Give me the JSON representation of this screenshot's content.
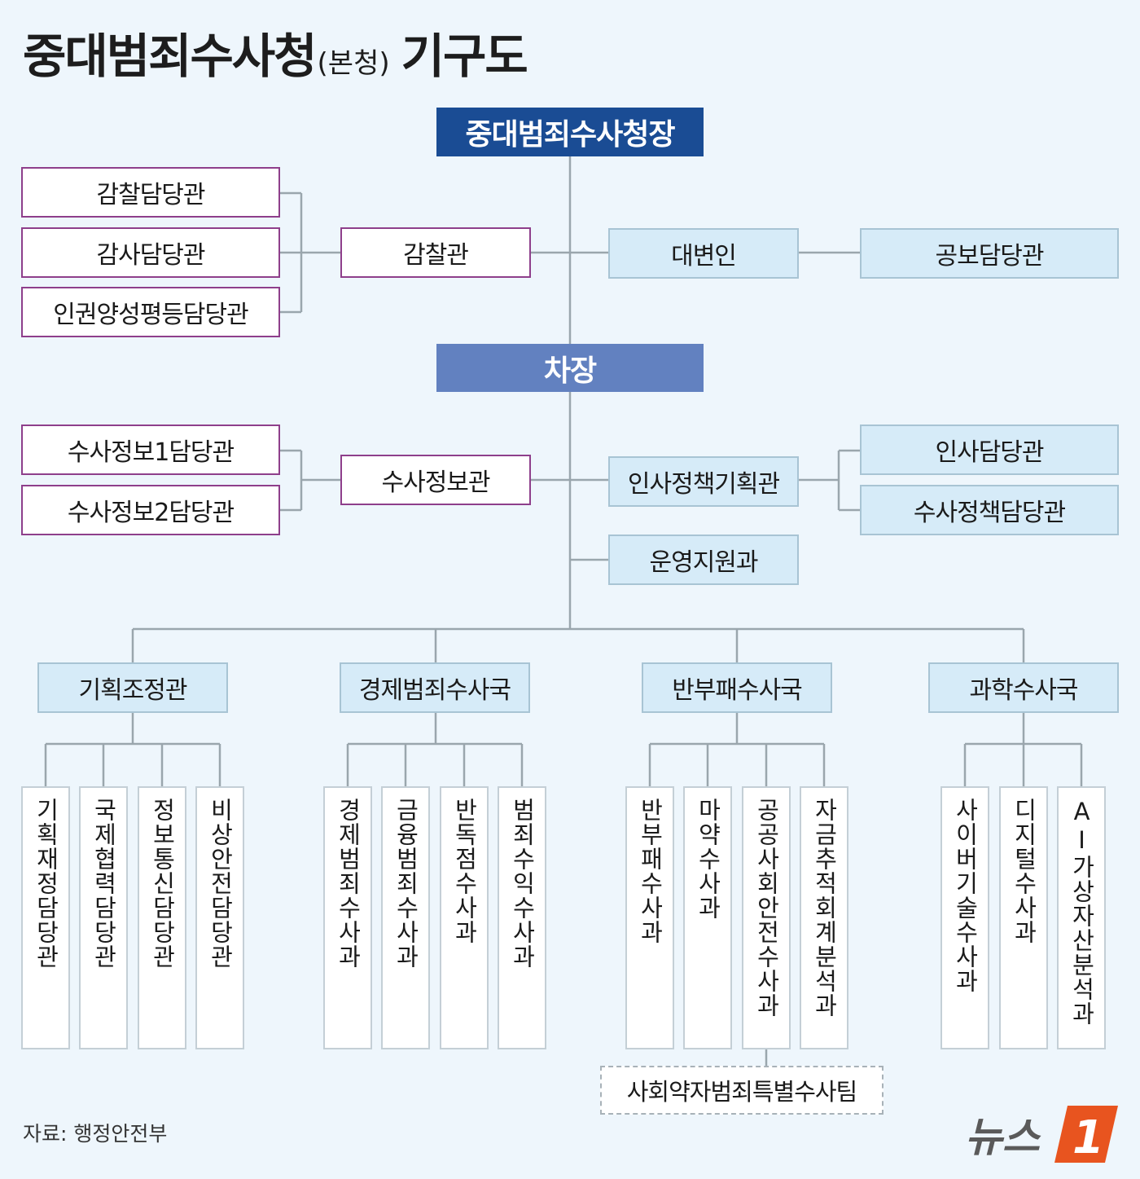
{
  "title": {
    "main": "중대범죄수사청",
    "sub": "(본청)",
    "tail": "기구도"
  },
  "head": "중대범죄수사청장",
  "inspection": {
    "office": "감찰관",
    "units": [
      "감찰담당관",
      "감사담당관",
      "인권양성평등담당관"
    ]
  },
  "spokesperson": {
    "office": "대변인",
    "unit": "공보담당관"
  },
  "deputy": "차장",
  "intelligence": {
    "office": "수사정보관",
    "units": [
      "수사정보1담당관",
      "수사정보2담당관"
    ]
  },
  "policy": {
    "office": "인사정책기획관",
    "units": [
      "인사담당관",
      "수사정책담당관"
    ]
  },
  "support": "운영지원과",
  "bureaus": [
    {
      "name": "기획조정관",
      "units": [
        "기획재정담당관",
        "국제협력담당관",
        "정보통신담당관",
        "비상안전담당관"
      ]
    },
    {
      "name": "경제범죄수사국",
      "units": [
        "경제범죄수사과",
        "금융범죄수사과",
        "반독점수사과",
        "범죄수익수사과"
      ]
    },
    {
      "name": "반부패수사국",
      "units": [
        "반부패수사과",
        "마약수사과",
        "공공사회안전수사과",
        "자금추적회계분석과"
      ]
    },
    {
      "name": "과학수사국",
      "units": [
        "사이버기술수사과",
        "디지털수사과",
        "AI가상자산분석과"
      ]
    }
  ],
  "task_force": "사회약자범죄특별수사팀",
  "source": "자료: 행정안전부",
  "logo": {
    "text": "뉴스",
    "mark": "1"
  },
  "colors": {
    "chief": "#1a4c94",
    "deputy": "#6281c0",
    "purple_border": "#8e3f8b",
    "blue_fill": "#d6ebf8",
    "line": "#9aa6ad",
    "logo_orange": "#e8541f"
  }
}
